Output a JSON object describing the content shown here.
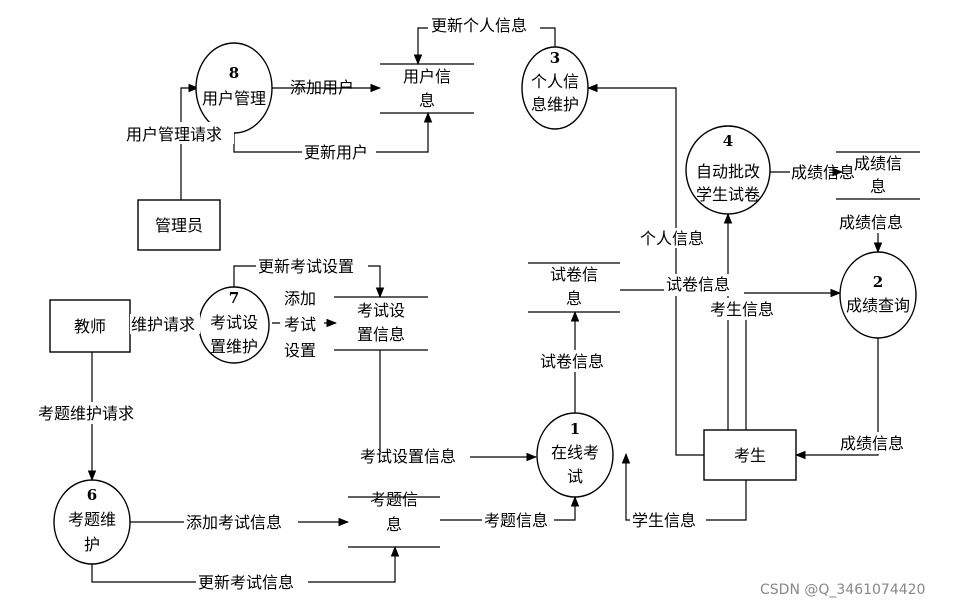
{
  "processes": {
    "p1": {
      "num": "1",
      "lines": [
        "在线考",
        "试"
      ]
    },
    "p2": {
      "num": "2",
      "lines": [
        "成绩查询"
      ]
    },
    "p3": {
      "num": "3",
      "lines": [
        "个人信",
        "息维护"
      ]
    },
    "p4": {
      "num": "4",
      "lines": [
        "自动批改",
        "学生试卷"
      ]
    },
    "p6": {
      "num": "6",
      "lines": [
        "考题维",
        "护"
      ]
    },
    "p7": {
      "num": "7",
      "lines": [
        "考试设",
        "置维护"
      ]
    },
    "p8": {
      "num": "8",
      "lines": [
        "用户管理"
      ]
    }
  },
  "entities": {
    "admin": "管理员",
    "teacher": "教师",
    "student": "考生"
  },
  "stores": {
    "user_info": [
      "用户信",
      "息"
    ],
    "grade_info": [
      "成绩信",
      "息"
    ],
    "paper_info": [
      "试卷信",
      "息"
    ],
    "exam_setting_info": [
      "考试设",
      "置信息"
    ],
    "question_info": [
      "考题信",
      "息"
    ]
  },
  "flows": {
    "update_personal_info": "更新个人信息",
    "add_user": "添加用户",
    "user_mgmt_request": "用户管理请求",
    "update_user": "更新用户",
    "grade_info_a": "成绩信息",
    "grade_info_b": "成绩信息",
    "personal_info": "个人信息",
    "update_exam_setting": "更新考试设置",
    "maintain_request": "维护请求",
    "add_exam_setting_1": "添加",
    "add_exam_setting_2": "考试",
    "add_exam_setting_3": "设置",
    "paper_info_a": "试卷信息",
    "paper_info_b": "试卷信息",
    "student_info_a": "考生信息",
    "question_maint_request": "考题维护请求",
    "exam_setting_info": "考试设置信息",
    "grade_info_c": "成绩信息",
    "add_exam_info": "添加考试信息",
    "question_info": "考题信息",
    "student_info_b": "学生信息",
    "update_exam_info": "更新考试信息"
  },
  "watermark": "CSDN @Q_3461074420"
}
